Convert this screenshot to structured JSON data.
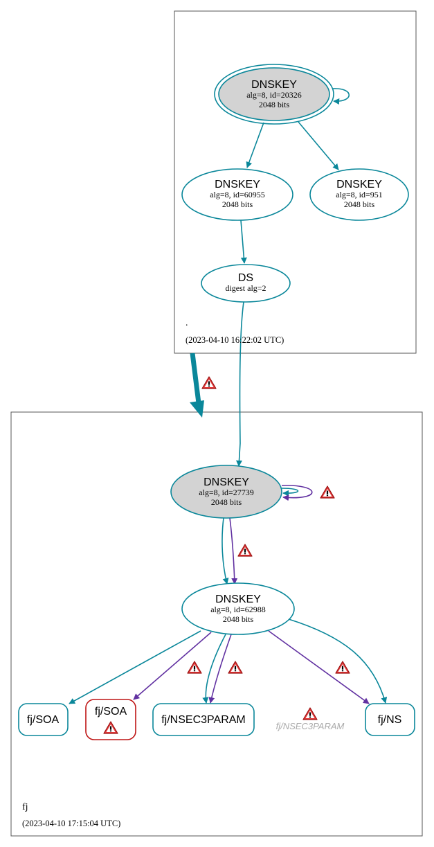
{
  "colors": {
    "node_stroke": "#0a879a",
    "signature_edge": "#6131a1",
    "error_node_stroke": "#be1515",
    "ksk_fill": "#d3d3d3",
    "zone_border": "#545454",
    "warning_fill": "#e23a3a",
    "missing_text": "#aaaaaa"
  },
  "root_zone": {
    "name": ".",
    "timestamp": "(2023-04-10 16:22:02 UTC)",
    "ksk": {
      "title": "DNSKEY",
      "line1": "alg=8, id=20326",
      "line2": "2048 bits"
    },
    "zsk_a": {
      "title": "DNSKEY",
      "line1": "alg=8, id=60955",
      "line2": "2048 bits"
    },
    "zsk_b": {
      "title": "DNSKEY",
      "line1": "alg=8, id=951",
      "line2": "2048 bits"
    },
    "ds": {
      "title": "DS",
      "line1": "digest alg=2"
    }
  },
  "fj_zone": {
    "name": "fj",
    "timestamp": "(2023-04-10 17:15:04 UTC)",
    "ksk": {
      "title": "DNSKEY",
      "line1": "alg=8, id=27739",
      "line2": "2048 bits"
    },
    "zsk": {
      "title": "DNSKEY",
      "line1": "alg=8, id=62988",
      "line2": "2048 bits"
    },
    "records": {
      "soa": "fj/SOA",
      "soa_error": "fj/SOA",
      "nsec3param": "fj/NSEC3PARAM",
      "nsec3param_missing": "fj/NSEC3PARAM",
      "ns": "fj/NS"
    }
  }
}
